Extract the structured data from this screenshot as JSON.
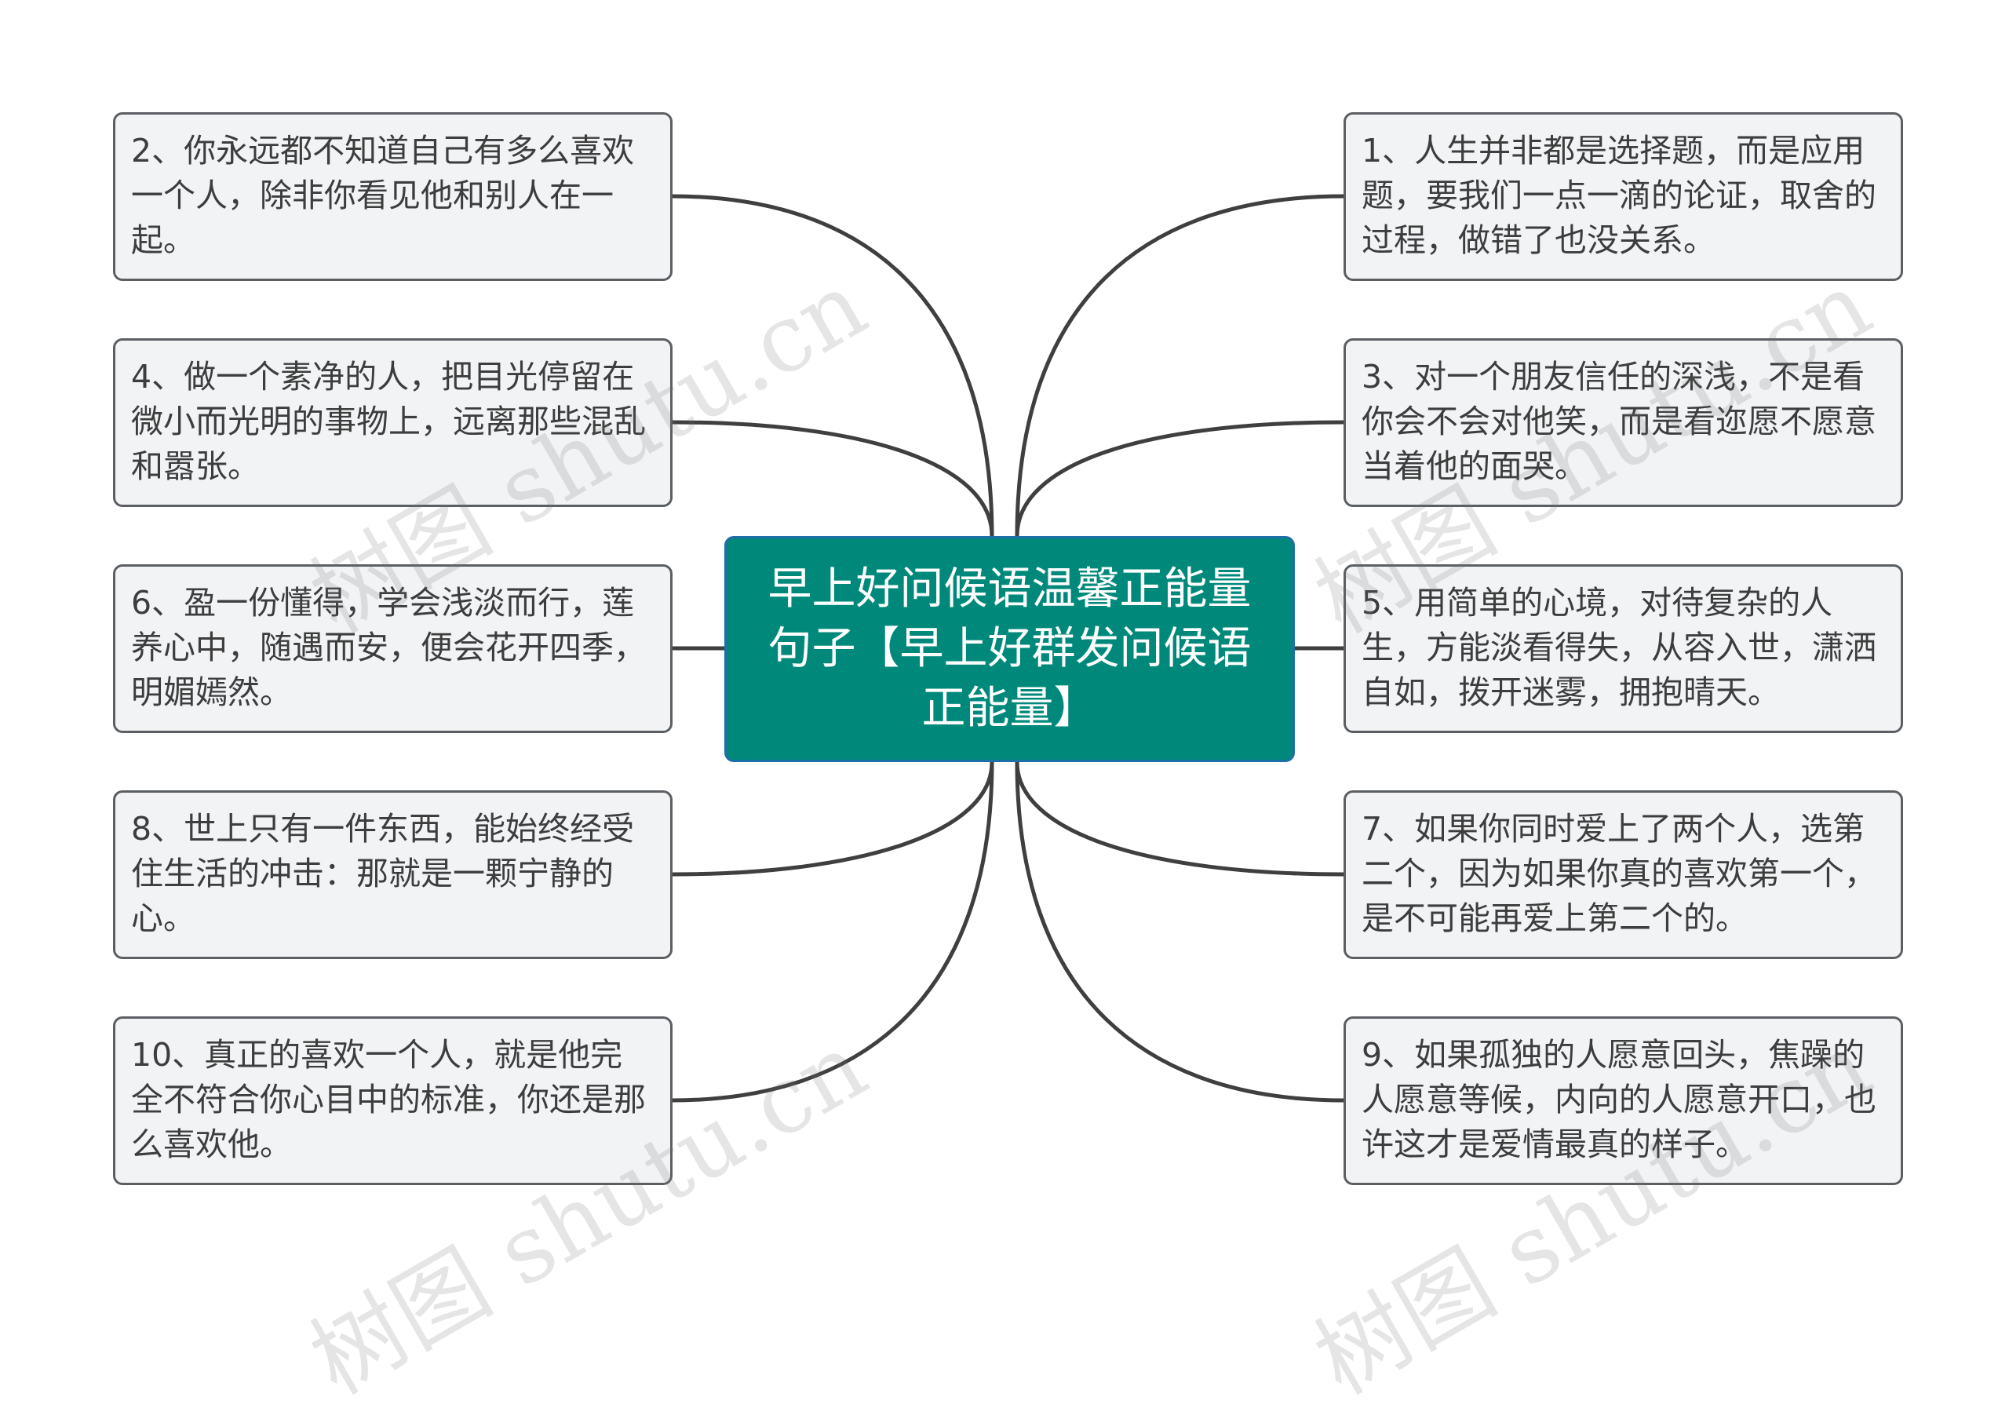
{
  "central_topic": "早上好问候语温馨正能量句子【早上好群发问候语正能量】",
  "left_branches": [
    "2、你永远都不知道自己有多么喜欢一个人，除非你看见他和别人在一起。",
    "4、做一个素净的人，把目光停留在微小而光明的事物上，远离那些混乱和嚣张。",
    "6、盈一份懂得，学会浅淡而行，莲养心中，随遇而安，便会花开四季，明媚嫣然。",
    "8、世上只有一件东西，能始终经受住生活的冲击：那就是一颗宁静的心。",
    "10、真正的喜欢一个人，就是他完全不符合你心目中的标准，你还是那么喜欢他。"
  ],
  "right_branches": [
    "1、人生并非都是选择题，而是应用题，要我们一点一滴的论证，取舍的过程，做错了也没关系。",
    "3、对一个朋友信任的深浅，不是看你会不会对他笑，而是看迩愿不愿意当着他的面哭。",
    "5、用简单的心境，对待复杂的人生，方能淡看得失，从容入世，潇洒自如，拨开迷雾，拥抱晴天。",
    "7、如果你同时爱上了两个人，选第二个，因为如果你真的喜欢第一个，是不可能再爱上第二个的。",
    "9、如果孤独的人愿意回头，焦躁的人愿意等候，内向的人愿意开口，也许这才是爱情最真的样子。"
  ],
  "watermark": "树图 shutu.cn",
  "colors": {
    "central_fill": "#00897b",
    "central_border": "#1e6fa8",
    "node_fill": "#f1f3f5",
    "node_border": "#5b5f63",
    "connector": "#3f3f3f",
    "text": "#3d3d3d"
  }
}
